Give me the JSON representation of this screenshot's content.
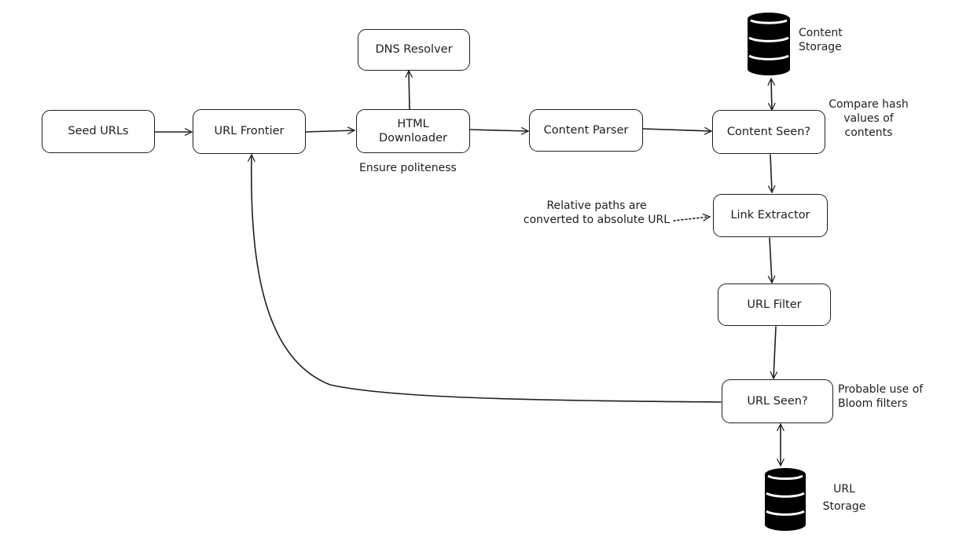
{
  "nodes": {
    "seed_urls": "Seed URLs",
    "url_frontier": "URL Frontier",
    "html_downloader": "HTML Downloader",
    "dns_resolver": "DNS Resolver",
    "content_parser": "Content Parser",
    "content_seen": "Content Seen?",
    "link_extractor": "Link Extractor",
    "url_filter": "URL Filter",
    "url_seen": "URL Seen?"
  },
  "storage": {
    "content_storage": "Content Storage",
    "url_storage": "URL Storage"
  },
  "annotations": {
    "ensure_politeness": "Ensure politeness",
    "compare_hash": "Compare hash values of contents",
    "relative_paths": "Relative paths are converted to absolute URL",
    "bloom_filters": "Probable use of Bloom filters"
  },
  "colors": {
    "stroke": "#1e1e1e",
    "fill": "#ffffff",
    "db_fill": "#000000"
  },
  "icons": {
    "content_storage": "database-icon",
    "url_storage": "database-icon"
  }
}
